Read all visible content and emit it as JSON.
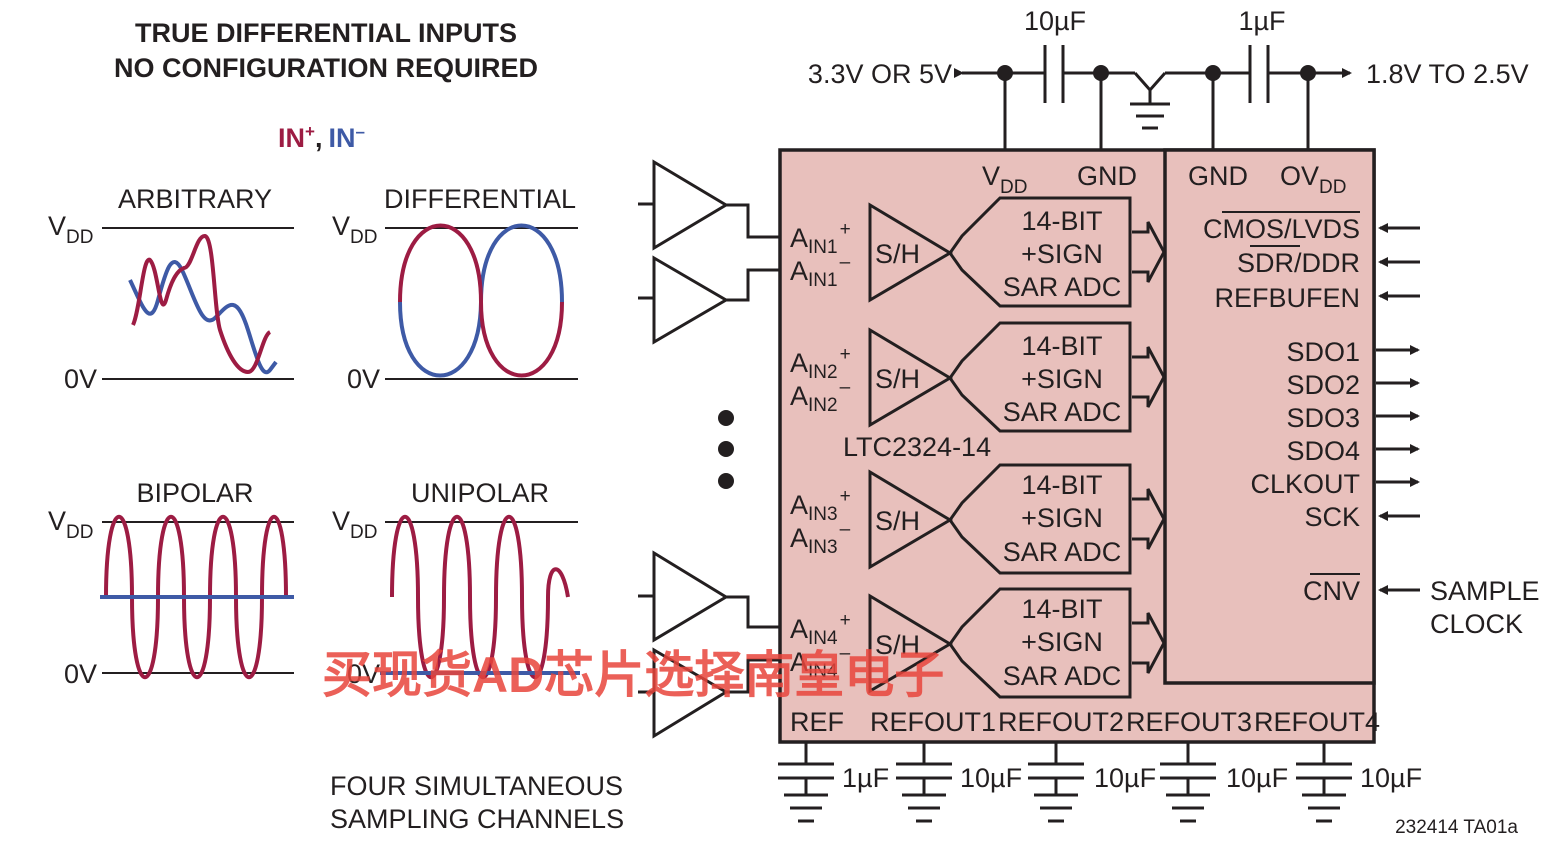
{
  "header": {
    "line1": "TRUE DIFFERENTIAL INPUTS",
    "line2": "NO CONFIGURATION REQUIRED",
    "in_plus": "IN",
    "in_plus_sup": "+",
    "comma": ",",
    "in_minus": "IN",
    "in_minus_sup": "–"
  },
  "waveforms": [
    {
      "title": "ARBITRARY",
      "vdd": "V",
      "vdd_sub": "DD",
      "zero": "0V"
    },
    {
      "title": "DIFFERENTIAL",
      "vdd": "V",
      "vdd_sub": "DD",
      "zero": "0V"
    },
    {
      "title": "BIPOLAR",
      "vdd": "V",
      "vdd_sub": "DD",
      "zero": "0V"
    },
    {
      "title": "UNIPOLAR",
      "vdd": "V",
      "vdd_sub": "DD",
      "zero": "0V"
    }
  ],
  "footer_note": {
    "line1": "FOUR SIMULTANEOUS",
    "line2": "SAMPLING CHANNELS"
  },
  "supply": {
    "left_cap": "10µF",
    "right_cap": "1µF",
    "left_rail": "3.3V OR 5V",
    "right_rail": "1.8V TO 2.5V"
  },
  "chip": {
    "name": "LTC2324-14",
    "vdd": "V",
    "vdd_sub": "DD",
    "gnd": "GND",
    "gnd2": "GND",
    "ovdd": "OV",
    "ovdd_sub": "DD",
    "channels": [
      {
        "a": "A",
        "sub": "IN1",
        "plus": "+",
        "minus": "–",
        "sh": "S/H",
        "adc1": "14-BIT",
        "adc2": "+SIGN",
        "adc3": "SAR ADC"
      },
      {
        "a": "A",
        "sub": "IN2",
        "plus": "+",
        "minus": "–",
        "sh": "S/H",
        "adc1": "14-BIT",
        "adc2": "+SIGN",
        "adc3": "SAR ADC"
      },
      {
        "a": "A",
        "sub": "IN3",
        "plus": "+",
        "minus": "–",
        "sh": "S/H",
        "adc1": "14-BIT",
        "adc2": "+SIGN",
        "adc3": "SAR ADC"
      },
      {
        "a": "A",
        "sub": "IN4",
        "plus": "+",
        "minus": "–",
        "sh": "S/H",
        "adc1": "14-BIT",
        "adc2": "+SIGN",
        "adc3": "SAR ADC"
      }
    ],
    "pins_right": [
      "CMOS/LVDS",
      "SDR/DDR",
      "REFBUFEN",
      "SDO1",
      "SDO2",
      "SDO3",
      "SDO4",
      "CLKOUT",
      "SCK",
      "CNV"
    ],
    "pins_bottom": [
      "REF",
      "REFOUT1",
      "REFOUT2",
      "REFOUT3",
      "REFOUT4"
    ]
  },
  "sample_clock": {
    "line1": "SAMPLE",
    "line2": "CLOCK"
  },
  "bottom_caps": [
    "1µF",
    "10µF",
    "10µF",
    "10µF",
    "10µF"
  ],
  "figure_id": "232414 TA01a",
  "watermark": "买现货AD芯片选择南皇电子",
  "colors": {
    "in_plus": "#9d1c43",
    "in_minus": "#3e5aa6",
    "chip_fill": "#e8c0bc",
    "watermark": "#e8453c"
  }
}
